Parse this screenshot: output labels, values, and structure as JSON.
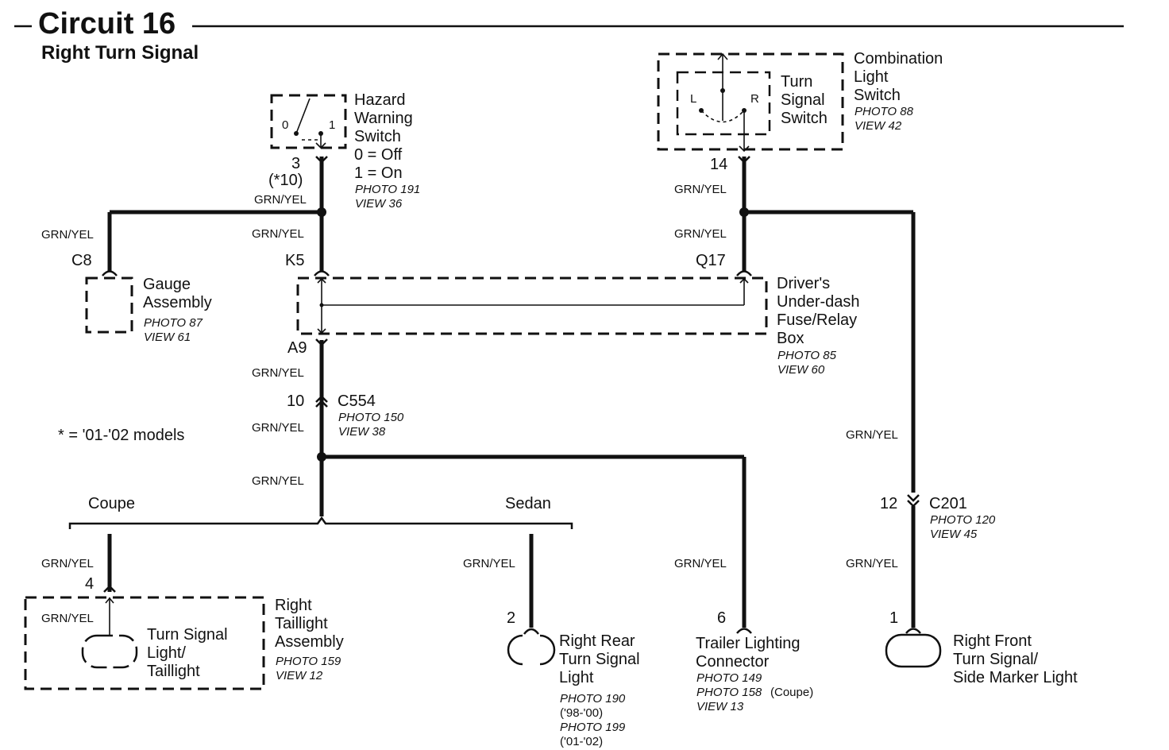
{
  "title": "Circuit 16",
  "subtitle": "Right Turn Signal",
  "note": "* = '01-'02 models",
  "wire_color": "GRN/YEL",
  "hazard": {
    "lines": [
      "Hazard",
      "Warning",
      "Switch",
      "0 = Off",
      "1 = On"
    ],
    "photo": "PHOTO 191",
    "view": "VIEW 36",
    "pos0": "0",
    "pos1": "1",
    "pin": "3",
    "pin_alt": "(*10)"
  },
  "combo": {
    "lines": [
      "Combination",
      "Light",
      "Switch"
    ],
    "photo": "PHOTO 88",
    "view": "VIEW 42",
    "inner_lines": [
      "Turn",
      "Signal",
      "Switch"
    ],
    "left": "L",
    "right": "R",
    "pin": "14"
  },
  "gauge": {
    "lines": [
      "Gauge",
      "Assembly"
    ],
    "photo": "PHOTO 87",
    "view": "VIEW 61",
    "connector": "C8"
  },
  "fuse_box": {
    "lines": [
      "Driver's",
      "Under-dash",
      "Fuse/Relay",
      "Box"
    ],
    "photo": "PHOTO 85",
    "view": "VIEW 60",
    "pin_k5": "K5",
    "pin_q17": "Q17",
    "pin_a9": "A9"
  },
  "c554": {
    "name": "C554",
    "pin": "10",
    "photo": "PHOTO 150",
    "view": "VIEW 38"
  },
  "c201": {
    "name": "C201",
    "pin": "12",
    "photo": "PHOTO 120",
    "view": "VIEW 45"
  },
  "coupe": "Coupe",
  "sedan": "Sedan",
  "taillight": {
    "lines": [
      "Right",
      "Taillight",
      "Assembly"
    ],
    "photo": "PHOTO 159",
    "view": "VIEW 12",
    "inner_lines": [
      "Turn Signal",
      "Light/",
      "Taillight"
    ],
    "pin": "4"
  },
  "rear_signal": {
    "lines": [
      "Right Rear",
      "Turn Signal",
      "Light"
    ],
    "photo1": "PHOTO 190",
    "yrs1": "('98-'00)",
    "photo2": "PHOTO 199",
    "yrs2": "('01-'02)",
    "pin": "2"
  },
  "trailer": {
    "lines": [
      "Trailer Lighting",
      "Connector"
    ],
    "photo1": "PHOTO 149",
    "photo2": "PHOTO 158",
    "photo2_note": "(Coupe)",
    "view": "VIEW 13",
    "pin": "6"
  },
  "front_signal": {
    "lines": [
      "Right Front",
      "Turn Signal/",
      "Side Marker Light"
    ],
    "pin": "1"
  }
}
